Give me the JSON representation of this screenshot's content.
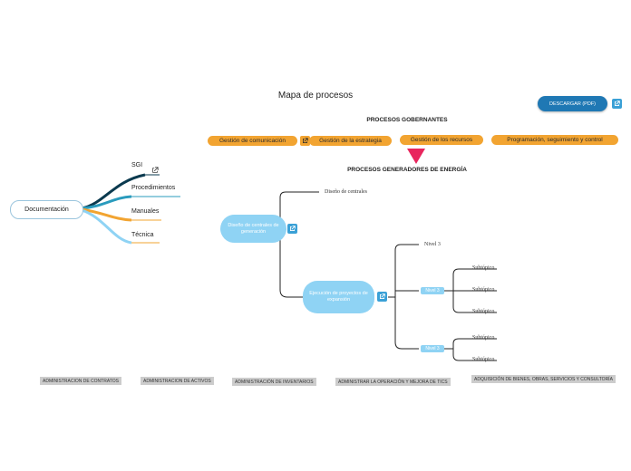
{
  "title": "Mapa de procesos",
  "download_label": "DESCARGAR (PDF)",
  "governing": {
    "title": "PROCESOS GOBERNANTES",
    "items": [
      "Gestión de comunicación",
      "Gestión de la estrategia",
      "Gestión de los recursos",
      "Programación, seguimiento y control"
    ]
  },
  "generating": {
    "title": "PROCESOS GENERADORES DE ENERGÍA",
    "node1": "Diseño de centrales de generación",
    "node1_leaf": "Diseño de centrales",
    "node2": "Ejecución de proyectos de expansión",
    "level3": "Nivel 3",
    "sub_a": "Nivel 3",
    "sub_b": "Nivel 3",
    "subtopics": [
      "Subtópico",
      "Subtópico",
      "Subtópico",
      "Subtópico",
      "Subtópico"
    ]
  },
  "documentation": {
    "root": "Documentación",
    "branches": [
      "SGI",
      "Procedimientos",
      "Manuales",
      "Técnica"
    ],
    "branch_colors": [
      "#0b3a4f",
      "#2a9bbd",
      "#f2a431",
      "#8fd3f4"
    ]
  },
  "support": [
    "ADMINISTRACION DE CONTRATOS",
    "ADMINISTRACION DE ACTIVOS",
    "ADMINISTRACIÓN DE INVENTARIOS",
    "ADMINISTRAR LA OPERACIÓN Y MEJORA DE TICS",
    "ADQUISICIÓN DE BIENES, OBRAS, SERVICIOS Y CONSULTORÍA"
  ]
}
